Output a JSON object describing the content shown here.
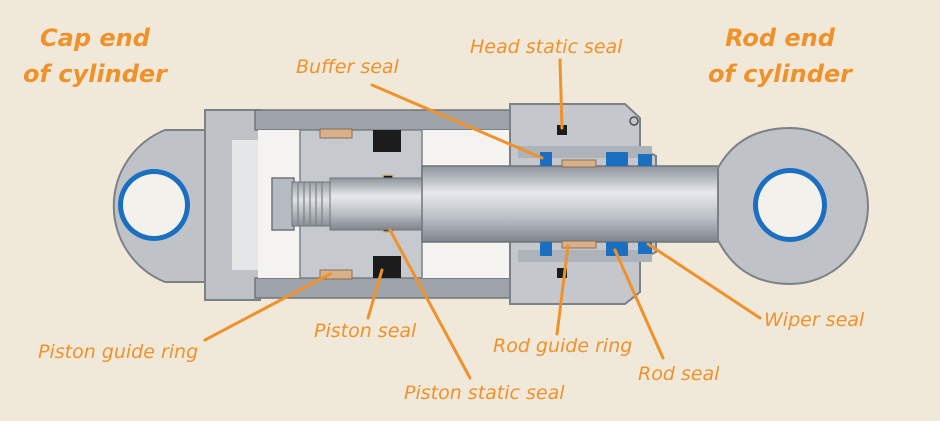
{
  "titles": {
    "cap_end": "Cap end\nof cylinder",
    "rod_end": "Rod end\nof cylinder"
  },
  "labels": {
    "buffer_seal": "Buffer seal",
    "head_static_seal": "Head static seal",
    "piston_guide_ring": "Piston guide ring",
    "piston_seal": "Piston seal",
    "piston_static_seal": "Piston static seal",
    "rod_guide_ring": "Rod guide ring",
    "rod_seal": "Rod seal",
    "wiper_seal": "Wiper seal"
  },
  "colors": {
    "background": "#f0e8d9",
    "label": "#f0922b",
    "leader_line": "#f0922b",
    "body_metal": "#bfc3c8",
    "seal_blue": "#1a6fc0",
    "guide_ring_tan": "#d8b08a",
    "seal_black": "#1b1b1b",
    "bore_dark": "#2a2a2a"
  }
}
